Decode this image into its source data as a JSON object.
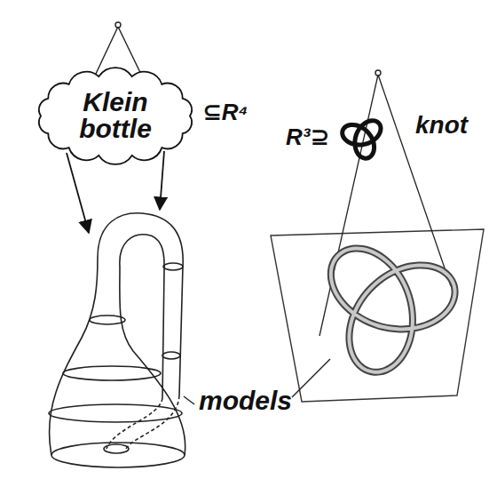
{
  "diagram": {
    "nodes": [
      {
        "text": [
          "Klein bottle"
        ]
      }
    ],
    "labels": [
      "⊆R⁴",
      "R³⊇",
      "knot",
      "models"
    ]
  }
}
